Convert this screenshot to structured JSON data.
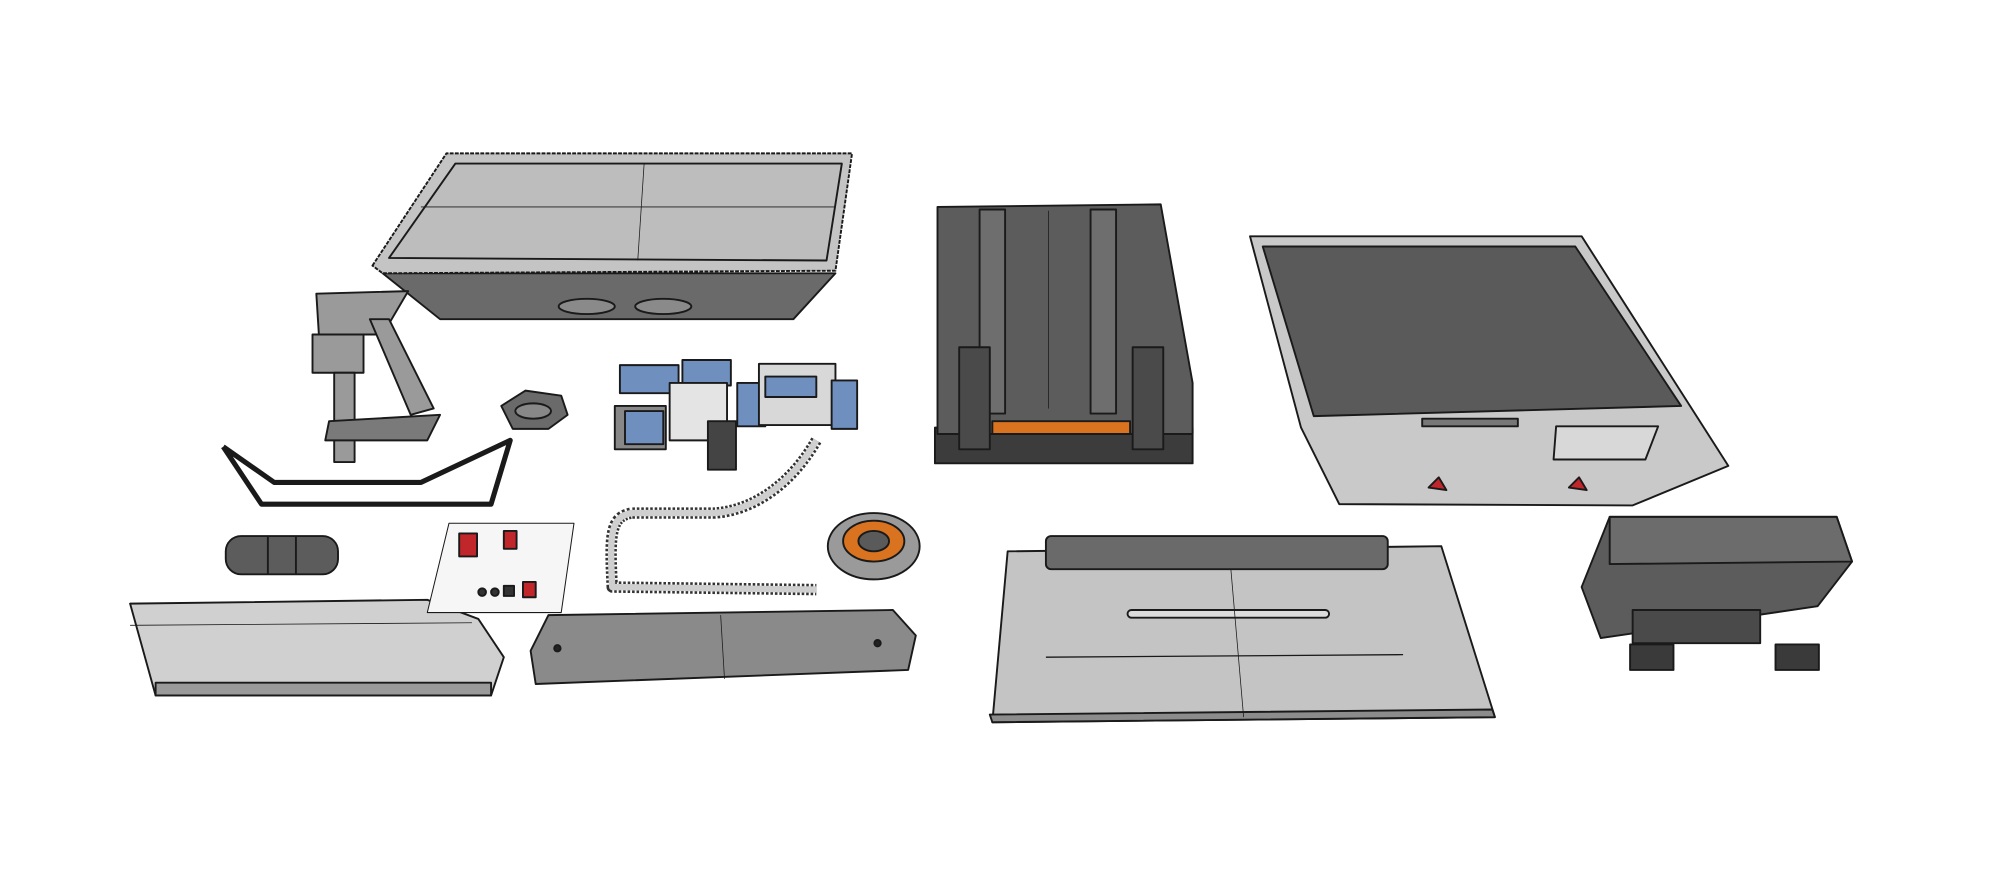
{
  "scene": {
    "background": "#ffffff",
    "colors": {
      "light_surface": "#c9c9c9",
      "mid_surface": "#9a9a9a",
      "dark_surface": "#5c5c5c",
      "edge": "#1a1a1a",
      "screen_blue": "#6f8fbf",
      "hazard_orange": "#d9731f",
      "accent_red": "#c0262a"
    },
    "objects": [
      "table-top-panel",
      "dark-storage-block",
      "floor-plate-right",
      "floor-plate-bottom",
      "cargo-box-right",
      "long-bench-left",
      "long-bench-middle",
      "triangular-frame",
      "robot-arm-stand",
      "control-console-screens",
      "flex-hose",
      "round-vent-ring",
      "small-pill-module",
      "decal-card"
    ]
  }
}
